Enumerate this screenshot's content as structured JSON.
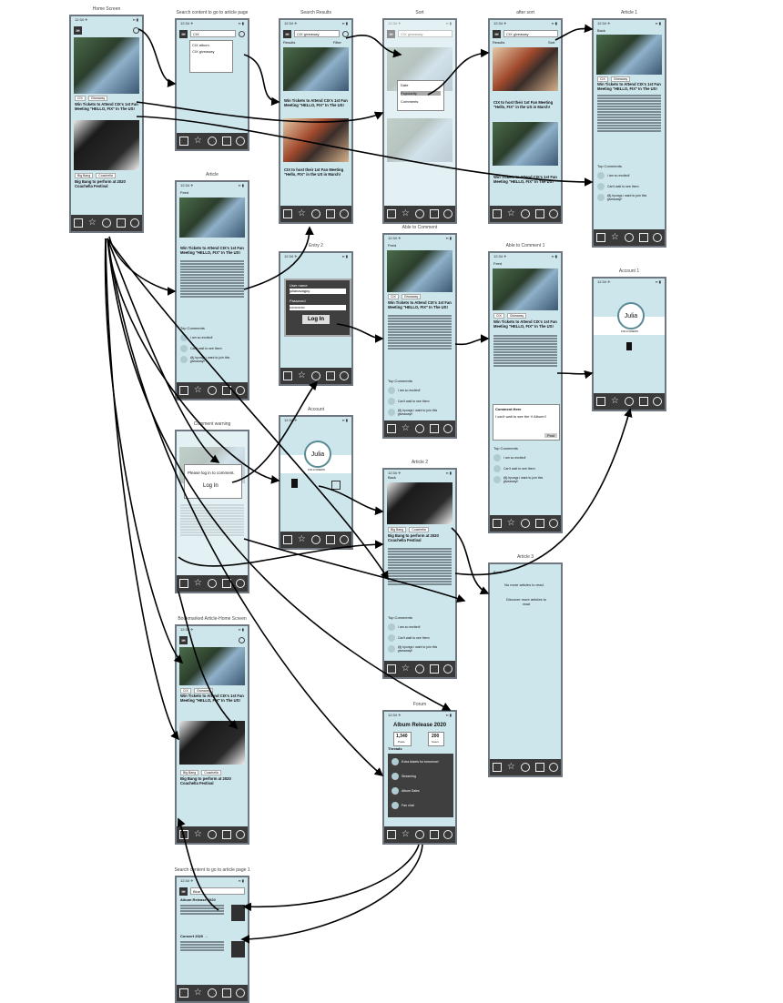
{
  "status": {
    "time": "12:34 ✈",
    "icons": "▪▪ ▮"
  },
  "logo": "IH",
  "frames": {
    "home": {
      "title": "Home Screen"
    },
    "search": {
      "title": "Search content to go to article page"
    },
    "results": {
      "title": "Search Results"
    },
    "sort": {
      "title": "Sort"
    },
    "after_sort": {
      "title": "after sort"
    },
    "article1": {
      "title": "Article 1"
    },
    "article": {
      "title": "Article"
    },
    "entry2": {
      "title": "Entry 2"
    },
    "able_comment": {
      "title": "Able to Comment"
    },
    "able_comment1": {
      "title": "Able to Comment 1"
    },
    "account1": {
      "title": "Account 1"
    },
    "comment_warning": {
      "title": "Comment warning"
    },
    "account": {
      "title": "Account"
    },
    "article2": {
      "title": "Article 2"
    },
    "article3": {
      "title": "Article 3"
    },
    "bookmarked": {
      "title": "Bookmarked Article-Home Screen"
    },
    "forum": {
      "title": "Forum"
    },
    "search1": {
      "title": "Search content to go to article page 1"
    }
  },
  "content": {
    "headline1": "Win Tickets to Attend CIX's 1st Fan Meeting \"HELLO, FIX\" In The US!",
    "headline_search": "CIX to host their 1st Fan Meeting \"Hello, FIX\" in the US in March!",
    "headline2": "Big Bang to perform at 2020 Coachella Festival",
    "tag_cix": "CIX",
    "tag_giveaway": "Giveaway",
    "tag_bigbang": "Big Bang",
    "tag_coachella": "Coachella",
    "comment_label": "Comment",
    "back": "Back",
    "feed": "Feed",
    "top_comments": "Top Comments",
    "results_label": "Results",
    "filter": "Filter",
    "sort": "Sort",
    "search_query": "CIX",
    "search_query2": "CIX giveaway",
    "search_query3": "Blue",
    "suggestions": [
      "CIX album",
      "CIX giveaway"
    ],
    "sort_options": [
      "Date",
      "Popularity",
      "Comments"
    ],
    "c1": "I am so excited!",
    "c2": "Can't wait to see them",
    "c3": "@j.hyungs i want to join this giveaway!!",
    "username_label": "User name",
    "username_value": "julianavaguy",
    "password_label": "Password",
    "password_value": "••••••••••••",
    "login": "Log In",
    "login_prompt": "Please log in to comment.",
    "login_btn": "Log In",
    "comment_here": "Comment Here",
    "comment_draft": "I can't wait to see the V Album!!",
    "post": "Post",
    "user": "Julia",
    "followers_label": "FOLLOWERS",
    "no_more": "No more articles to read.",
    "discover": "Discover more articles to read",
    "forum_title": "Album Release 2020",
    "forum_stats": [
      {
        "num": "1,340",
        "label": "Posts"
      },
      {
        "num": "200",
        "label": "Users"
      }
    ],
    "threads_label": "Threads",
    "threads": [
      "Extra tickets for tomorrow!",
      "Streaming",
      "Album Sales",
      "Fan chat"
    ],
    "album_section": "Album Release 2020",
    "concert_section": "Concert 2020 →"
  },
  "colors": {
    "screen": "#cde6ec",
    "frame_border": "#6f7780",
    "navbar": "#3a3a3a",
    "arrow": "#000000"
  }
}
